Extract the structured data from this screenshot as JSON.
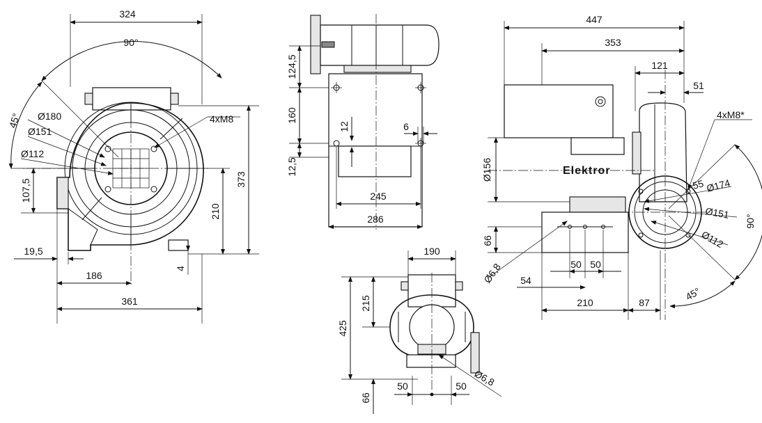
{
  "front_view": {
    "dims": {
      "w324": "324",
      "a90": "90°",
      "a45": "45°",
      "d180": "Ø180",
      "d151": "Ø151",
      "d112": "Ø112",
      "bolts": "4xM8",
      "h1075": "107,5",
      "h373": "373",
      "h210": "210",
      "w195": "19,5",
      "w186": "186",
      "w361": "361",
      "t4": "4"
    }
  },
  "top_view": {
    "dims": {
      "h1245": "124,5",
      "h160": "160",
      "h12": "12",
      "w6": "6",
      "h125": "12,5",
      "w245": "245",
      "w286": "286"
    }
  },
  "bottom_view": {
    "dims": {
      "w190": "190",
      "h215": "215",
      "h425": "425",
      "d68": "Ø6,8",
      "w50a": "50",
      "w50b": "50",
      "h66": "66"
    }
  },
  "side_view": {
    "dims": {
      "w447": "447",
      "w353": "353",
      "w121": "121",
      "w51": "51",
      "bolts": "4xM8*",
      "d156": "Ø156",
      "a55": "55",
      "d174": "Ø174",
      "d151": "Ø151",
      "d112": "Ø112",
      "a90": "90°",
      "a45": "45°",
      "h66": "66",
      "d68": "Ø6,8",
      "w50a": "50",
      "w50b": "50",
      "w54": "54",
      "w210": "210",
      "w87": "87"
    },
    "brand": "Elektror"
  }
}
